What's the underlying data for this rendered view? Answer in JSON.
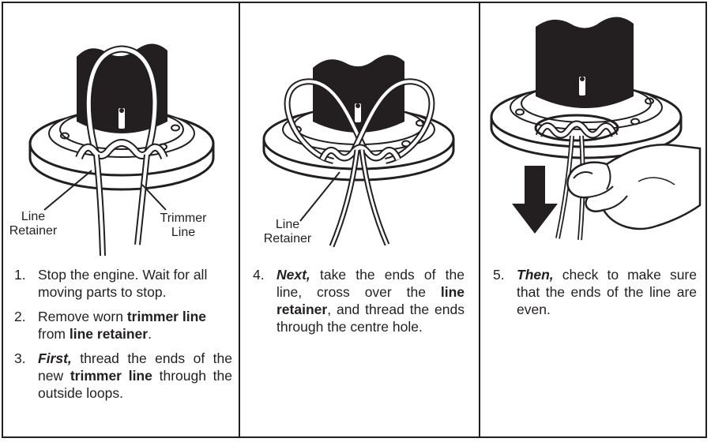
{
  "panel1": {
    "labels": {
      "retainer_line1": "Line",
      "retainer_line2": "Retainer",
      "trimmer_line1": "Trimmer",
      "trimmer_line2": "Line"
    },
    "steps": [
      {
        "num": "1.",
        "text": "Stop the engine. Wait for all moving parts to stop."
      },
      {
        "num": "2.",
        "pre": "Remove worn ",
        "b1": "trimmer line",
        "mid": " from ",
        "b2": "line retainer",
        "post": "."
      },
      {
        "num": "3.",
        "lead": "First,",
        "pre": " thread the ends of the new ",
        "b1": "trimmer line",
        "post": " through the outside loops."
      }
    ]
  },
  "panel2": {
    "labels": {
      "retainer_line1": "Line",
      "retainer_line2": "Retainer"
    },
    "steps": [
      {
        "num": "4.",
        "lead": "Next,",
        "pre": " take the ends of the line, cross over the ",
        "b1": "line retainer",
        "post": ", and thread the ends through the centre hole."
      }
    ]
  },
  "panel3": {
    "steps": [
      {
        "num": "5.",
        "lead": "Then,",
        "post": " check to make sure that the ends of the line are even."
      }
    ]
  }
}
